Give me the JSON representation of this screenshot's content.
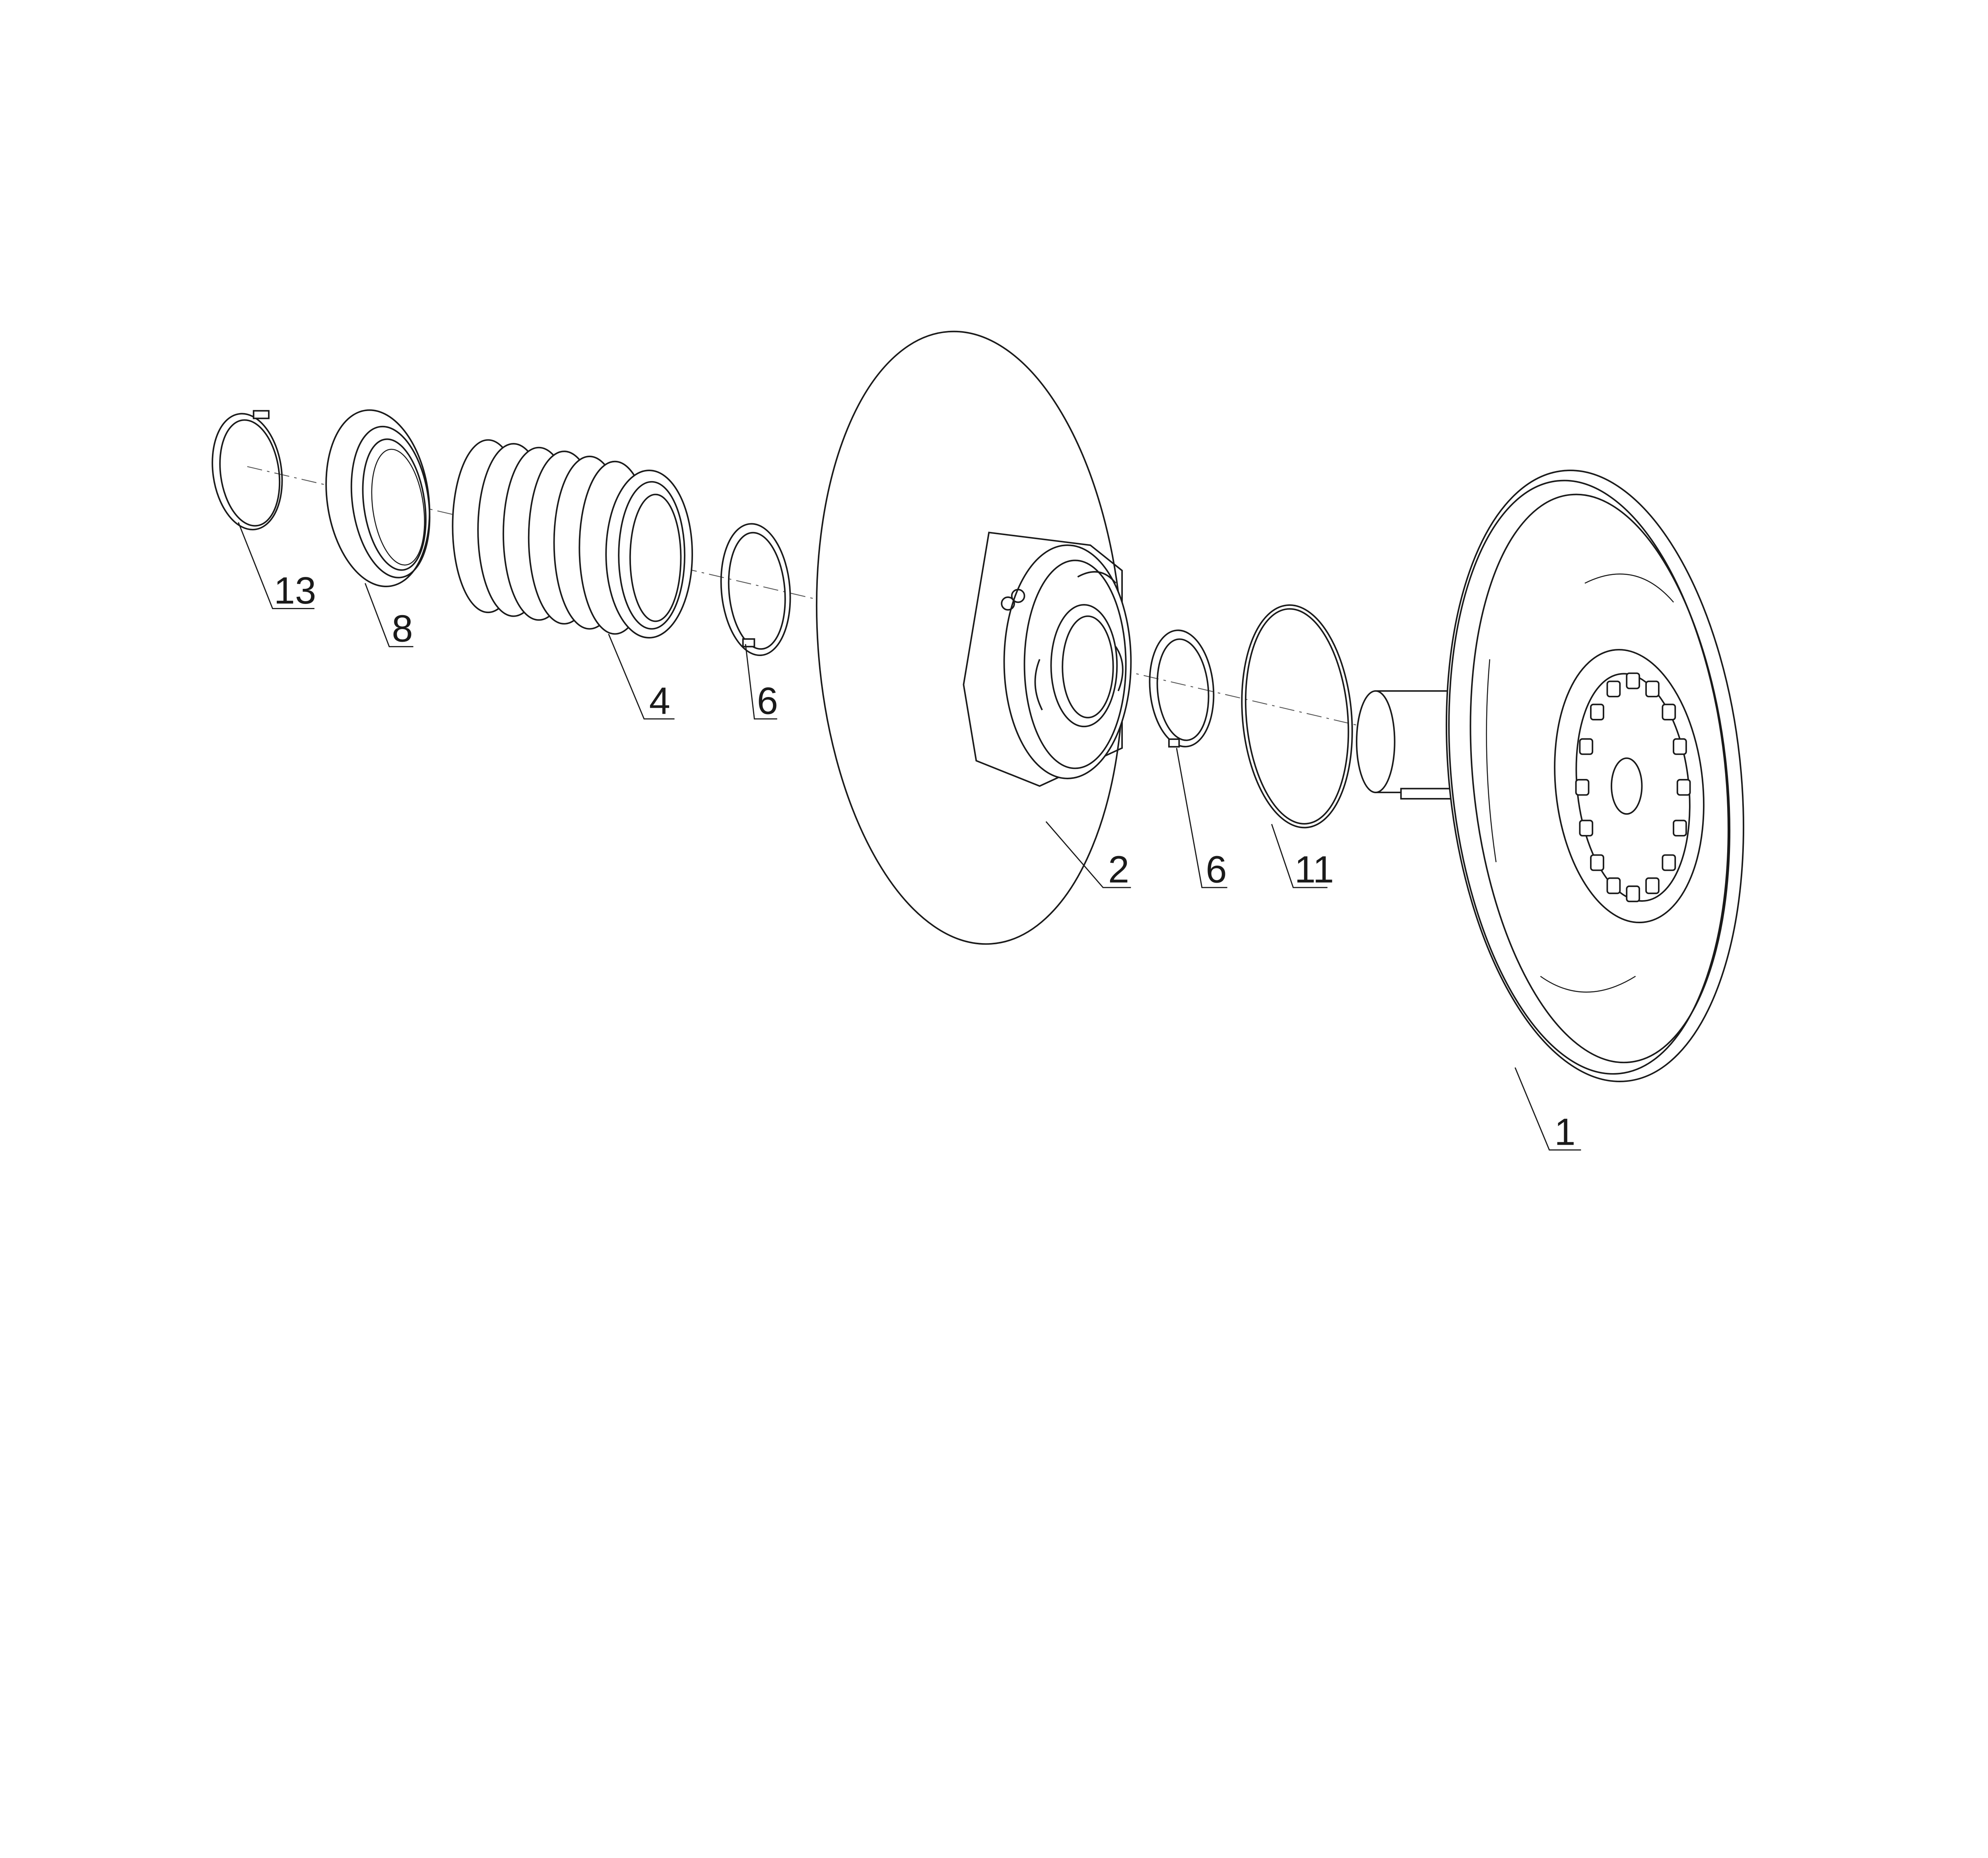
{
  "diagram": {
    "type": "exploded parts view",
    "callouts": [
      {
        "part": "13"
      },
      {
        "part": "8"
      },
      {
        "part": "4"
      },
      {
        "part": "6"
      },
      {
        "part": "2"
      },
      {
        "part": "6"
      },
      {
        "part": "11"
      },
      {
        "part": "1"
      }
    ]
  }
}
